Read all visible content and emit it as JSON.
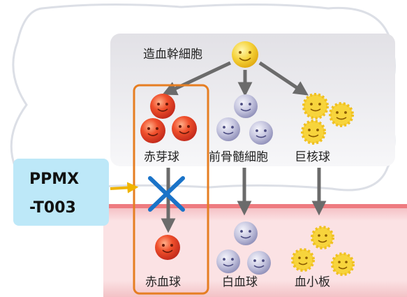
{
  "labels": {
    "stem_cell": "造血幹細胞",
    "erythroblast": "赤芽球",
    "myeloid_progenitor": "前骨髄細胞",
    "megakaryocyte": "巨核球",
    "red_blood_cell": "赤血球",
    "white_blood_cell": "白血球",
    "platelet": "血小板"
  },
  "drug": {
    "line1": "PPMX",
    "line2": "-T003"
  },
  "icons": {
    "block": "blue-x-icon",
    "stem": "yellow-cell-icon",
    "red": "red-cell-icon",
    "purple": "purple-cell-icon",
    "spiky": "yellow-spiky-cell-icon"
  },
  "colors": {
    "bone_outline": "#dcdfe6",
    "marrow_band": "#ecebef",
    "blood_vessel": "#f6d2d6",
    "vessel_edge": "#ee7b80",
    "highlight_box": "#e67e22",
    "drug_box": "#bde8f8",
    "block_x": "#1a73c8",
    "arrow": "#6b6b6b"
  }
}
